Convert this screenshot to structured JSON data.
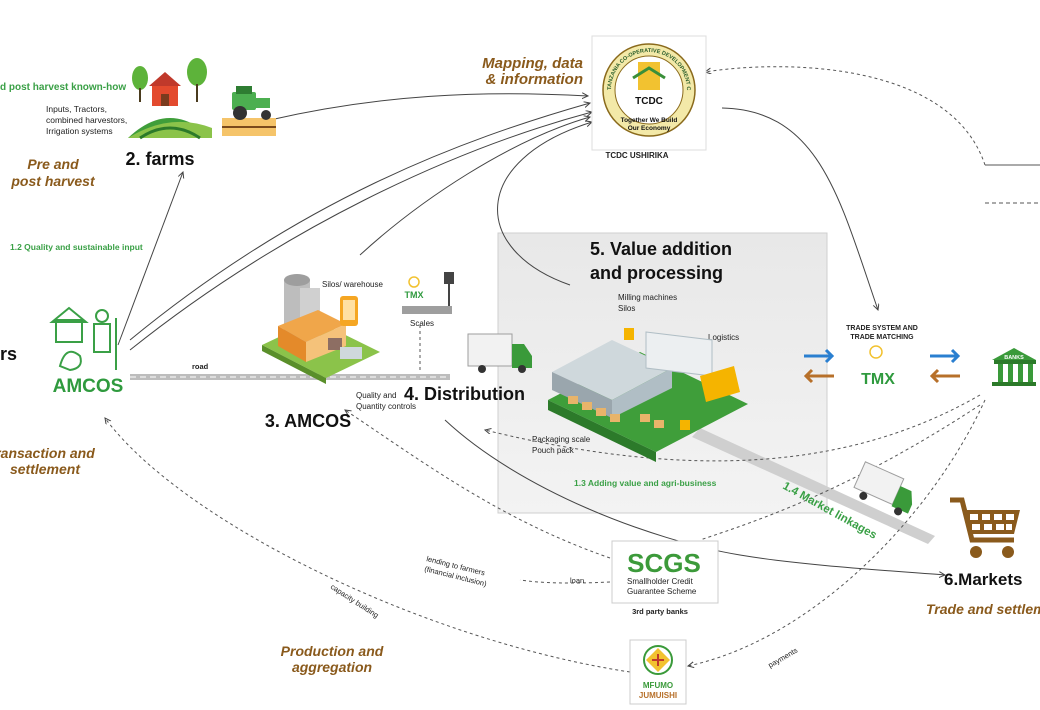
{
  "nodes": {
    "farms": {
      "title": "2. farms",
      "knowhow": "d post harvest known-how",
      "inputs": [
        "Inputs, Tractors,",
        "combined harvestors,",
        "Irrigation systems"
      ]
    },
    "tcdc": {
      "caption": "TCDC USHIRIKA",
      "logo_ring": "TANZANIA CO-OPERATIVE DEVELOPMENT COMMISSION",
      "logo_name": "TCDC",
      "logo_slogan": [
        "Together We Build",
        "Our Economy"
      ]
    },
    "amcos_left": {
      "logo": "AMCOS",
      "cut_label": "rs"
    },
    "amcos_center": {
      "title": "3. AMCOS",
      "silos": "Silos/ warehouse",
      "scales": "Scales",
      "quality": [
        "Quality and",
        "Quantity controls"
      ]
    },
    "distribution": {
      "title": "4. Distribution",
      "road": "road"
    },
    "value_addition": {
      "title": [
        "5. Value addition",
        "and processing"
      ],
      "milling": [
        "Milling machines",
        "Silos"
      ],
      "logistics": "Logistics",
      "packaging": [
        "Packaging scale",
        "Pouch pack"
      ]
    },
    "tmx": {
      "caption": [
        "TRADE SYSTEM AND",
        "TRADE MATCHING"
      ],
      "logo": "TMX"
    },
    "tmx_small": {
      "logo": "TMX"
    },
    "banks": {
      "label": "BANKS"
    },
    "scgs": {
      "logo": "SCGS",
      "subtitle": [
        "Smallholder Credit",
        "Guarantee Scheme"
      ],
      "caption": "3rd party banks"
    },
    "markets": {
      "title": "6.Markets"
    },
    "mfumo": {
      "logo": [
        "MFUMO",
        "JUMUISHI"
      ]
    }
  },
  "headings": {
    "mapping": [
      "Mapping, data",
      "& information"
    ],
    "pre_post": [
      "Pre and",
      "post harvest"
    ],
    "transaction": [
      "ransaction and",
      "settlement"
    ],
    "production": [
      "Production and",
      "aggregation"
    ],
    "trade": "Trade and settlem"
  },
  "flow_labels": {
    "quality_input": "1.2 Quality and sustainable input",
    "adding_value": "1.3 Adding value and agri-business",
    "market_linkages": "1.4 Market linkages",
    "lending": [
      "lending to farmers",
      "(financial inclusion)"
    ],
    "loan": "loan",
    "capacity": "capacity building",
    "payments": "payments"
  },
  "colors": {
    "brown": "#8a5a1c",
    "green": "#3aa046",
    "scgs_green": "#3c9a3a",
    "truck_cab": "#3a9a3a",
    "arrow_blue": "#2a7fd0",
    "arrow_brown": "#b7702a"
  }
}
